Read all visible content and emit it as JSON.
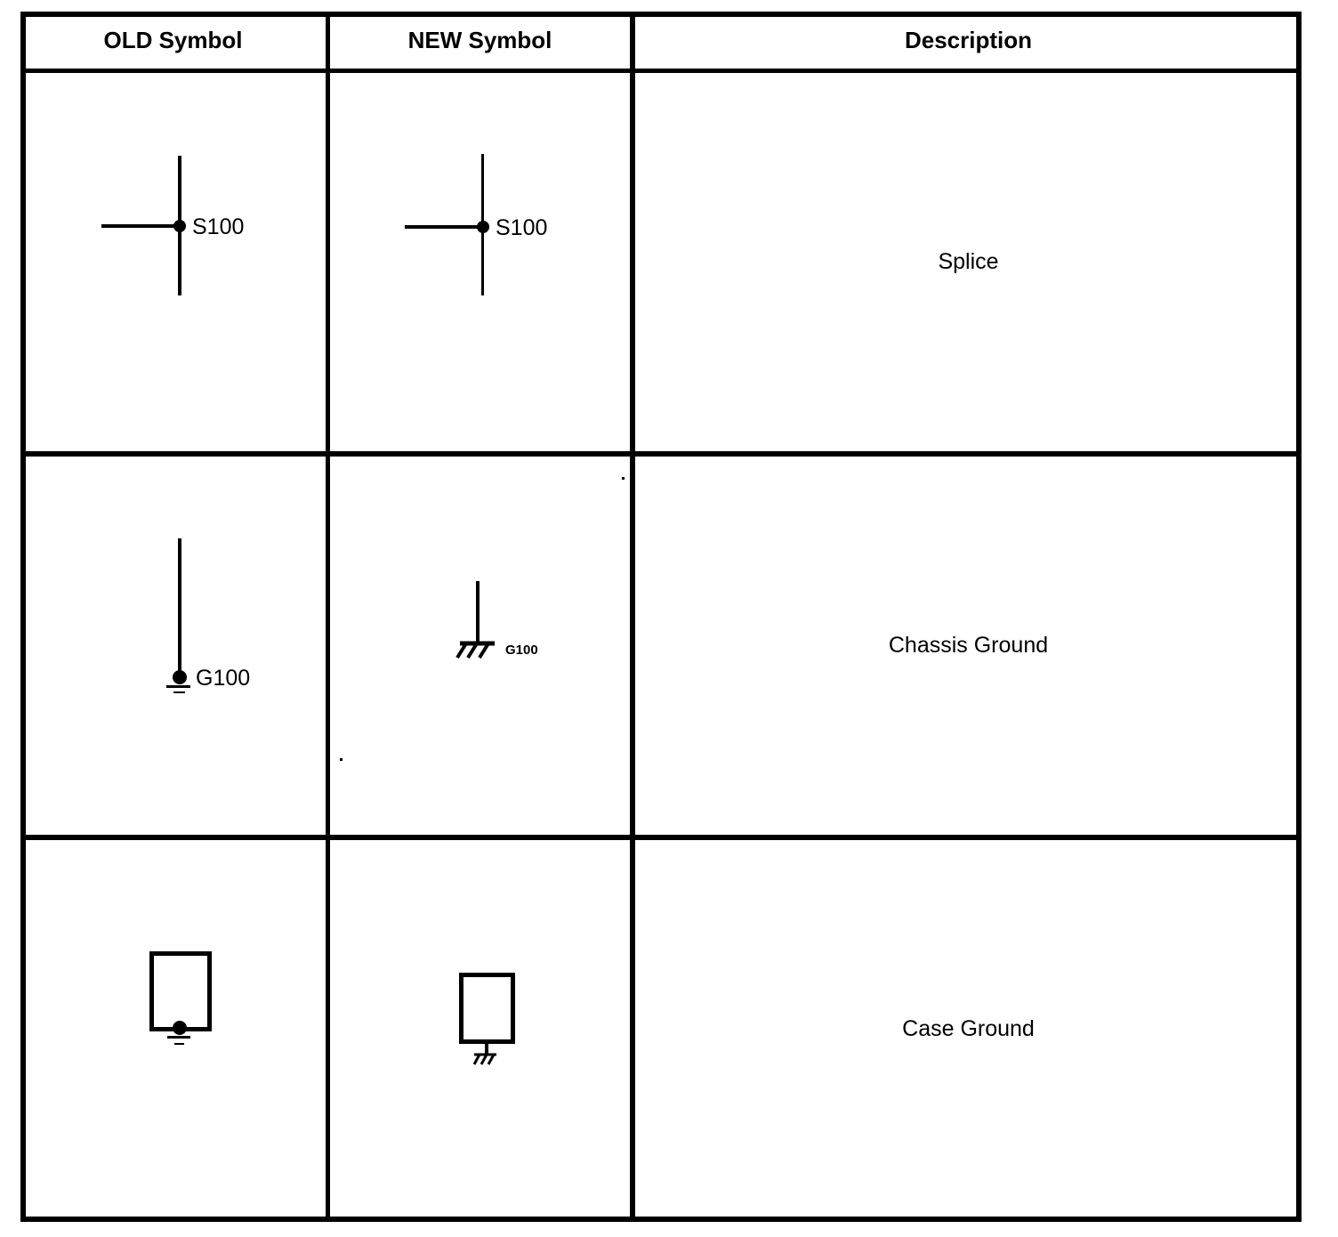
{
  "page": {
    "background_color": "#ffffff",
    "line_color": "#000000"
  },
  "table": {
    "headers": {
      "old": "OLD Symbol",
      "new": "NEW Symbol",
      "description": "Description"
    },
    "rows": [
      {
        "description": "Splice",
        "old_symbol": "splice-junction-dot",
        "old_label": "S100",
        "new_symbol": "splice-junction-dot",
        "new_label": "S100"
      },
      {
        "description": "Chassis Ground",
        "old_symbol": "wire-with-ground-dot",
        "old_label": "G100",
        "new_symbol": "chassis-ground-hatch",
        "new_label": "G100"
      },
      {
        "description": "Case Ground",
        "old_symbol": "case-box-with-ground-dot",
        "old_label": "",
        "new_symbol": "case-box-with-chassis-hatch",
        "new_label": ""
      }
    ]
  }
}
